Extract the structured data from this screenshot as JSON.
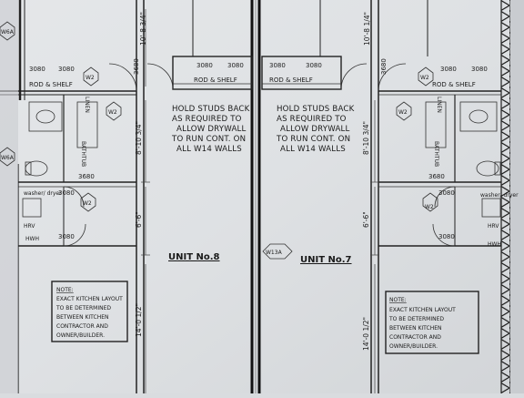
{
  "units": [
    {
      "id": "unit-8",
      "label": "UNIT No.8"
    },
    {
      "id": "unit-7",
      "label": "UNIT No.7"
    }
  ],
  "wall_tag": "W13A",
  "notes": {
    "hold_studs_left": [
      "HOLD STUDS BACK",
      "AS REQUIRED TO",
      "ALLOW DRYWALL",
      "TO RUN CONT. ON",
      "ALL W14 WALLS"
    ],
    "hold_studs_right": [
      "HOLD STUDS BACK",
      "AS REQUIRED TO",
      "ALLOW DRYWALL",
      "TO RUN CONT. ON",
      "ALL W14 WALLS"
    ],
    "kitchen_left": [
      "NOTE:",
      "EXACT KITCHEN LAYOUT",
      "TO BE DETERMINED",
      "BETWEEN KITCHEN",
      "CONTRACTOR AND",
      "OWNER/BUILDER."
    ],
    "kitchen_right": [
      "NOTE:",
      "EXACT KITCHEN LAYOUT",
      "TO BE DETERMINED",
      "BETWEEN KITCHEN",
      "CONTRACTOR AND",
      "OWNER/BUILDER."
    ]
  },
  "rod_shelf": "ROD & SHELF",
  "door_tag": "3080",
  "door_3680": "3680",
  "wall_w2": "W2",
  "wall_w6a": "W6A",
  "washer_dryer": "washer/ dryer",
  "hrv": "HRV",
  "hwh": "HWH",
  "dimensions": {
    "d1": "10'-8 3/4\"",
    "d2": "8'-10 3/4\"",
    "d3": "6'-6\"",
    "d4": "14'-0 1/2\""
  },
  "dim_right_top": "10'-8 1/4\"",
  "tub_label": "BATHTUB",
  "linen_label": "LINEN"
}
